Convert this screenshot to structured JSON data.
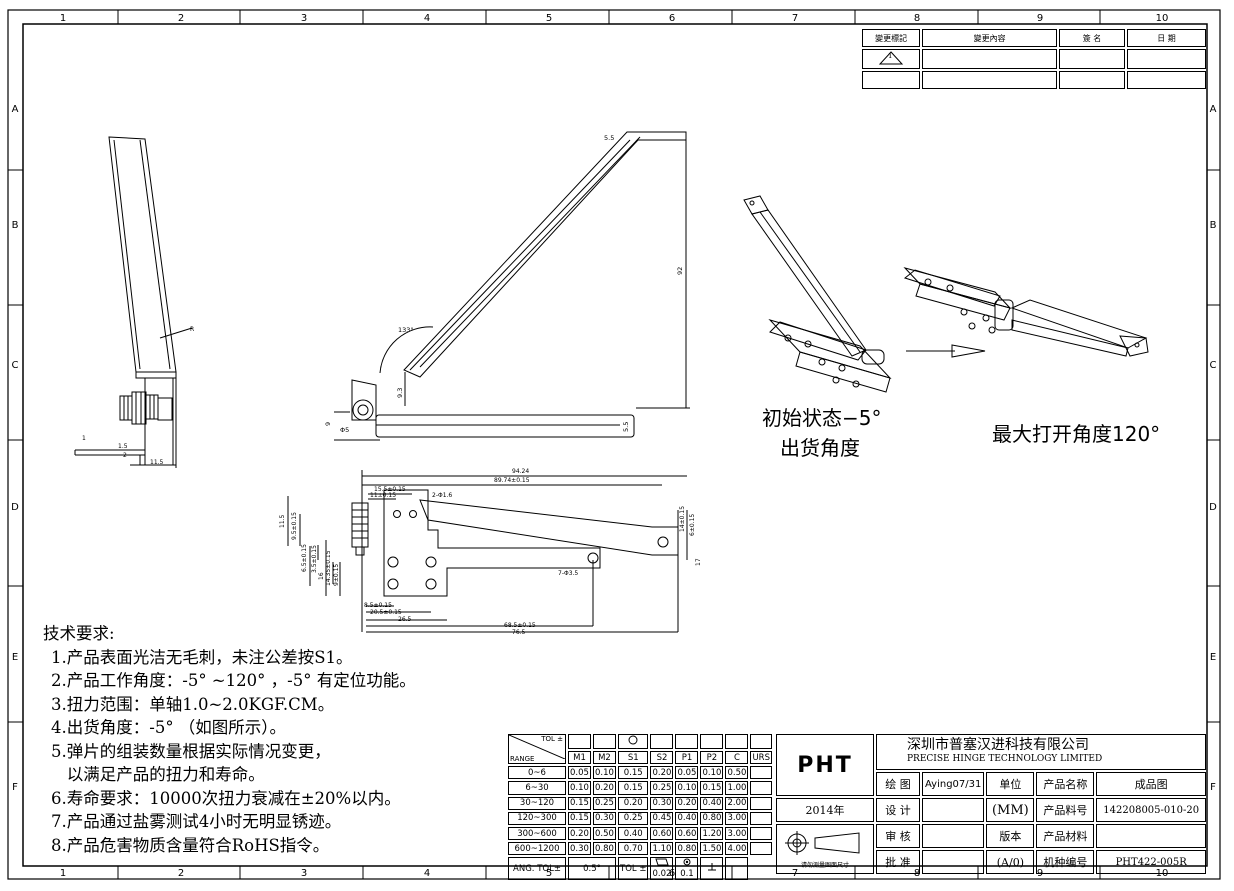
{
  "frame": {
    "col_labels": [
      "1",
      "2",
      "3",
      "4",
      "5",
      "6",
      "7",
      "8",
      "9",
      "10"
    ],
    "row_labels": [
      "A",
      "B",
      "C",
      "D",
      "E",
      "F"
    ]
  },
  "revision": {
    "headers": [
      "變更標記",
      "變更內容",
      "簽 名",
      "日 期"
    ],
    "mark": "1"
  },
  "dims": {
    "side_r": "R",
    "side_1": "1",
    "side_15": "1.5",
    "side_2": "2",
    "side_115": "11.5",
    "top_55": "5.5",
    "angle": "133°",
    "d92": "92",
    "d93": "9.3",
    "d9": "9",
    "phi": "Φ5",
    "d55b": "5.5",
    "d9424": "94.24",
    "d8974": "89.74±0.15",
    "d155": "15.5±0.15",
    "d11": "11±0.15",
    "hole2": "2-Φ1.6",
    "d115": "11.5",
    "d95": "9.5±0.15",
    "d65": "6.5±0.15",
    "d35": "3.5±0.15",
    "d16": "16",
    "d1435": "14.35±0.15",
    "d9b": "9±0.15",
    "d14": "14±0.15",
    "d6": "6±0.15",
    "d17": "17",
    "hole7": "7-Φ3.5",
    "d85": "8.5±0.15",
    "d205": "20.5±0.15",
    "d265": "26.5",
    "d685": "68.5±0.15",
    "d765": "76.5"
  },
  "captions": {
    "state": "初始状态−5°",
    "ship": "出货角度",
    "maxopen": "最大打开角度120°"
  },
  "tech": {
    "title": "技术要求:",
    "items": [
      "1.产品表面光洁无毛刺，未注公差按S1。",
      "2.产品工作角度：-5° ~120° ，-5° 有定位功能。",
      "3.扭力范围：单轴1.0~2.0KGF.CM。",
      "4.出货角度：-5° （如图所示）。",
      "5.弹片的组装数量根据实际情况变更，",
      "   以满足产品的扭力和寿命。",
      "6.寿命要求：10000次扭力衰减在±20%以内。",
      "7.产品通过盐雾测试4小时无明显锈迹。",
      "8.产品危害物质含量符合RoHS指令。"
    ]
  },
  "tol": {
    "corner_top": "TOL ±",
    "corner_bottom": "RANGE",
    "cols": [
      "M1",
      "M2",
      "S1",
      "S2",
      "P1",
      "P2",
      "C",
      "URS"
    ],
    "rows": [
      {
        "range": "0~6",
        "v": [
          "0.05",
          "0.10",
          "0.15",
          "0.20",
          "0.05",
          "0.10",
          "0.50",
          ""
        ]
      },
      {
        "range": "6~30",
        "v": [
          "0.10",
          "0.20",
          "0.15",
          "0.25",
          "0.10",
          "0.15",
          "1.00",
          ""
        ]
      },
      {
        "range": "30~120",
        "v": [
          "0.15",
          "0.25",
          "0.20",
          "0.30",
          "0.20",
          "0.40",
          "2.00",
          ""
        ]
      },
      {
        "range": "120~300",
        "v": [
          "0.15",
          "0.30",
          "0.25",
          "0.45",
          "0.40",
          "0.80",
          "3.00",
          ""
        ]
      },
      {
        "range": "300~600",
        "v": [
          "0.20",
          "0.50",
          "0.40",
          "0.60",
          "0.60",
          "1.20",
          "3.00",
          ""
        ]
      },
      {
        "range": "600~1200",
        "v": [
          "0.30",
          "0.80",
          "0.70",
          "1.10",
          "0.80",
          "1.50",
          "4.00",
          ""
        ]
      }
    ],
    "ang_label": "ANG. TOL±",
    "ang_value": "0.5°",
    "tol_label": "TOL ±",
    "g1": "0.02",
    "g2": "0.1"
  },
  "titleblock": {
    "logo": "PHT",
    "company_cn": "深圳市普塞汉进科技有限公司",
    "company_en": "PRECISE HINGE TECHNOLOGY LIMITED",
    "year": "2014年",
    "proj_note": "请勿测量图面尺寸",
    "draw_label": "绘 图",
    "drawer": "Aying07/31",
    "unit_label": "单位",
    "unit": "(MM)",
    "name_label": "产品名称",
    "name": "成品图",
    "design_label": "设 计",
    "pn_label": "产品料号",
    "pn": "142208005-010-20",
    "check_label": "审 核",
    "ver_label": "版本",
    "mat_label": "产品材料",
    "approve_label": "批 准",
    "ver": "(A/0)",
    "model_label": "机种编号",
    "model": "PHT422-005R"
  }
}
